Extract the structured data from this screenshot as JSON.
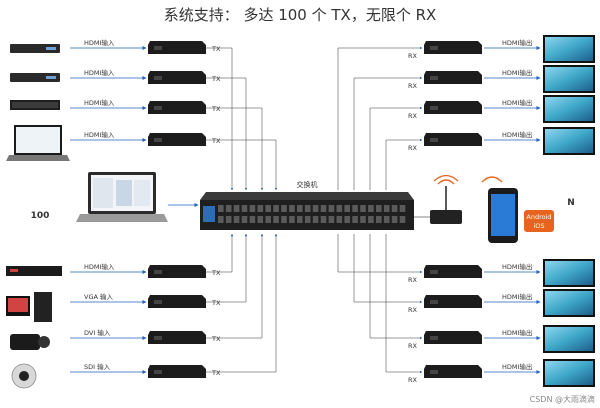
{
  "title": "系统支持： 多达 100 个 TX，无限个 RX",
  "switch_label": "交换机",
  "left_count": "100",
  "right_count": "N",
  "phone_badge": {
    "line1": "Android",
    "line2": "iOS"
  },
  "tx_label": "TX",
  "rx_label": "RX",
  "tx_inputs": [
    "HDMI输入",
    "HDMI输入",
    "HDMI输入",
    "HDMI输入",
    "HDMI输入",
    "VGA 输入",
    "DVI 输入",
    "SDI 输入"
  ],
  "rx_outputs": [
    "HDMI输出",
    "HDMI输出",
    "HDMI输出",
    "HDMI输出",
    "HDMI输出",
    "HDMI输出",
    "HDMI输出",
    "HDMI输出"
  ],
  "watermark": "CSDN @大雨滴滴",
  "colors": {
    "arrow_blue": "#1f5fb8",
    "device_dark": "#1c1c1c",
    "screen_teal": "#3fa7c9",
    "badge_orange": "#e8641e"
  }
}
